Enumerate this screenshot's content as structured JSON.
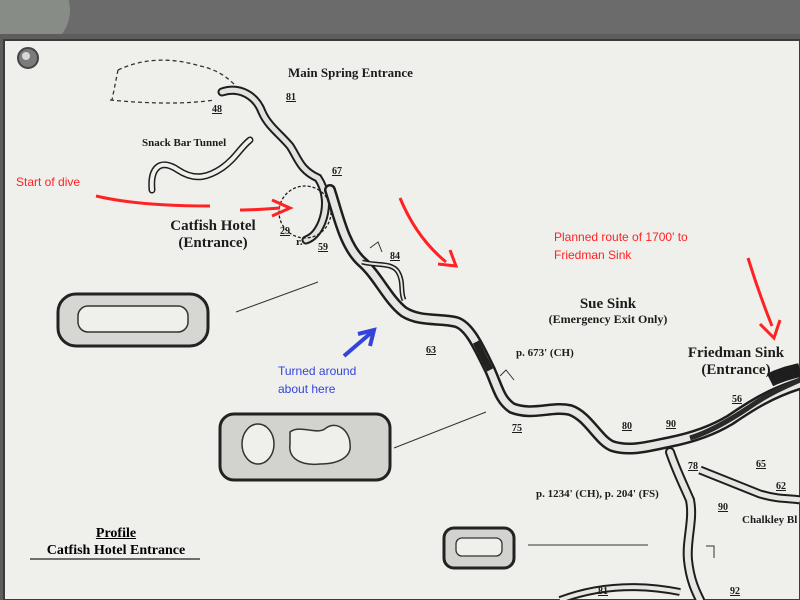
{
  "colors": {
    "background": "#6f6f6f",
    "sign": "#f0f0ee",
    "frame": "#5a5a5a",
    "cave_outline": "#1e1e1e",
    "red_annotation": "#ff2222",
    "blue_annotation": "#3344dd"
  },
  "map": {
    "main_spring_entrance": "Main Spring Entrance",
    "snack_bar_tunnel": "Snack Bar Tunnel",
    "catfish_hotel": "Catfish Hotel",
    "catfish_hotel_sub": "(Entrance)",
    "sue_sink": "Sue Sink",
    "sue_sink_sub": "(Emergency Exit Only)",
    "friedman_sink": "Friedman Sink",
    "friedman_sink_sub": "(Entrance)",
    "ref_p673": "p. 673' (CH)",
    "ref_p1234": "p. 1234' (CH), p. 204' (FS)",
    "chalkley": "Chalkley Bl",
    "r_label": "r.",
    "depths": {
      "d48": "48",
      "d81": "81",
      "d67": "67",
      "d29": "29",
      "d59": "59",
      "d84": "84",
      "d63": "63",
      "d75": "75",
      "d80": "80",
      "d90": "90",
      "d56": "56",
      "d78": "78",
      "d65": "65",
      "d62": "62",
      "d90b": "90",
      "d81b": "81",
      "d92": "92"
    }
  },
  "annotations": {
    "start": "Start of dive",
    "planned_line1": "Planned route of 1700' to",
    "planned_line2": "Friedman Sink",
    "turned_line1": "Turned around",
    "turned_line2": "about here"
  },
  "profile": {
    "title": "Profile",
    "subtitle": "Catfish Hotel Entrance"
  }
}
